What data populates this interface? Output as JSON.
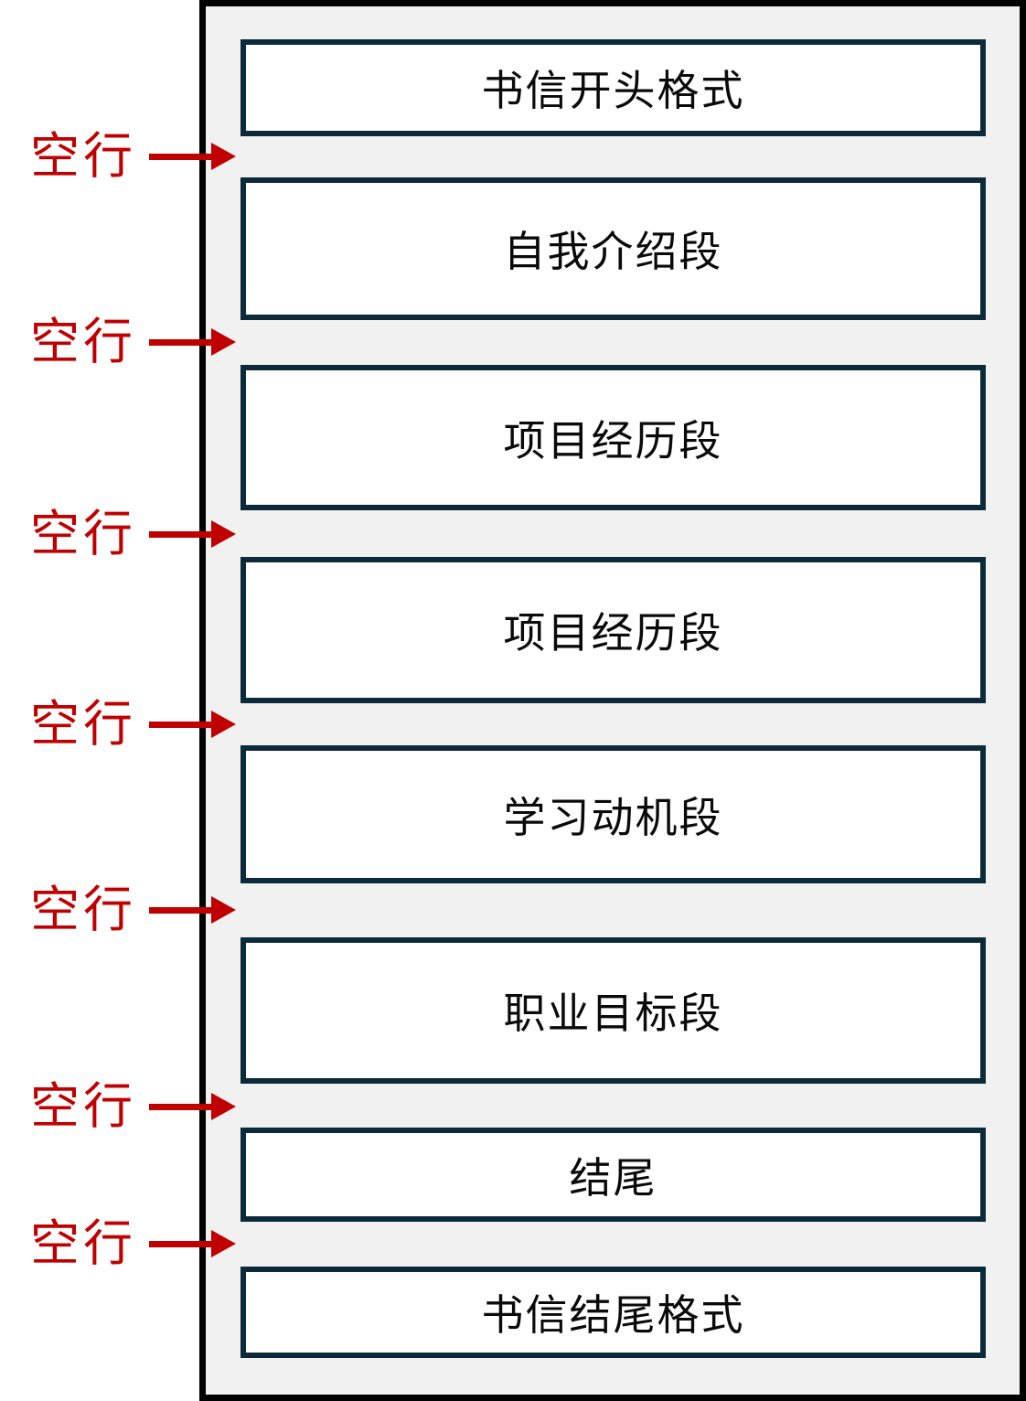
{
  "diagram": {
    "description_labels": {
      "blank_line": "空行"
    },
    "boxes": [
      {
        "label": "书信开头格式"
      },
      {
        "label": "自我介绍段"
      },
      {
        "label": "项目经历段"
      },
      {
        "label": "项目经历段"
      },
      {
        "label": "学习动机段"
      },
      {
        "label": "职业目标段"
      },
      {
        "label": "结尾"
      },
      {
        "label": "书信结尾格式"
      }
    ],
    "gaps": [
      {
        "label": "空行"
      },
      {
        "label": "空行"
      },
      {
        "label": "空行"
      },
      {
        "label": "空行"
      },
      {
        "label": "空行"
      },
      {
        "label": "空行"
      },
      {
        "label": "空行"
      }
    ],
    "colors": {
      "annotation_red": "#c00000",
      "box_border": "#0b2b3a",
      "outer_border": "#000000",
      "outer_background": "#f1f1f1",
      "box_background": "#ffffff"
    }
  }
}
